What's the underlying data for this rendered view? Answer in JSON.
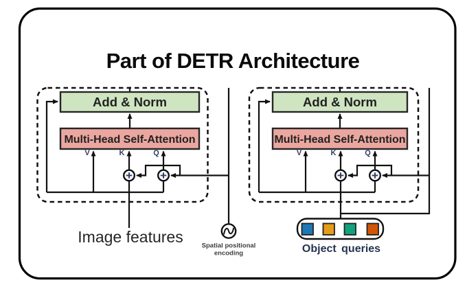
{
  "title": "Part of DETR Architecture",
  "encoder_left": {
    "add_norm_label": "Add & Norm",
    "attention_label": "Multi-Head Self-Attention",
    "v_label": "V",
    "k_label": "K",
    "q_label": "Q",
    "input_label": "Image features"
  },
  "encoder_right": {
    "add_norm_label": "Add & Norm",
    "attention_label": "Multi-Head Self-Attention",
    "v_label": "V",
    "k_label": "K",
    "q_label": "Q",
    "input_label": "Object queries"
  },
  "positional_encoding": {
    "label_line1": "Spatial positional",
    "label_line2": "encoding"
  },
  "object_queries": {
    "colors": [
      "#1f77b4",
      "#e49c19",
      "#12a37e",
      "#d25607"
    ]
  },
  "colors": {
    "add_norm_fill": "#cfe5c2",
    "attention_fill": "#eba6a0",
    "box_border": "#262626",
    "wire": "#111111",
    "vkq_text": "#32406b",
    "caption_text": "#252525",
    "queries_text": "#25344f",
    "posenc_text": "#3d3d3d"
  }
}
